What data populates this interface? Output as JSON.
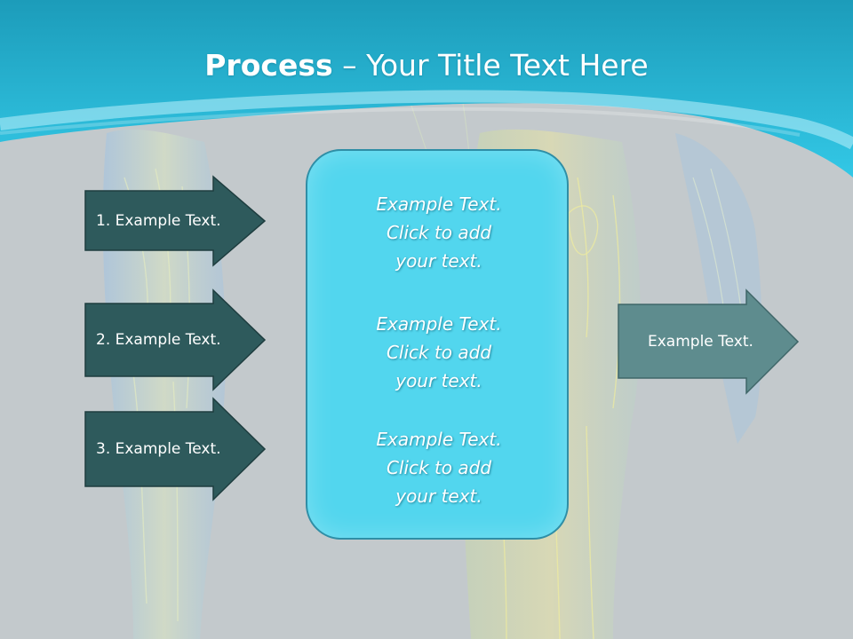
{
  "title": {
    "bold": "Process",
    "rest": " – Your Title Text Here"
  },
  "left_arrows": [
    {
      "label": "1. Example Text."
    },
    {
      "label": "2. Example Text."
    },
    {
      "label": "3. Example Text."
    }
  ],
  "right_arrow": {
    "label": "Example Text."
  },
  "center_blocks": [
    {
      "line1": "Example Text.",
      "line2": "Click  to add",
      "line3": "your text."
    },
    {
      "line1": "Example Text.",
      "line2": "Click  to add",
      "line3": "your text."
    },
    {
      "line1": "Example Text.",
      "line2": "Click  to add",
      "line3": "your text."
    }
  ],
  "colors": {
    "header": "#2bb7d6",
    "background": "#c3c9cc",
    "dark_arrow": "#2e5a5c",
    "light_arrow": "#5e8c8e",
    "center_box": "#52d6ee"
  }
}
